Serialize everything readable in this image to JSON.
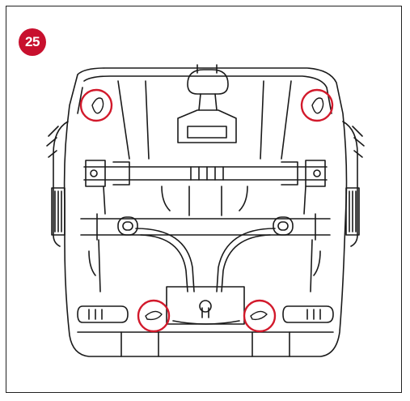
{
  "step": {
    "number": "25",
    "badge_color": "#c8102e"
  },
  "illustration": {
    "subject": "car-seat-base-underside",
    "highlight_color": "#d2192b",
    "highlight_count": 4
  }
}
